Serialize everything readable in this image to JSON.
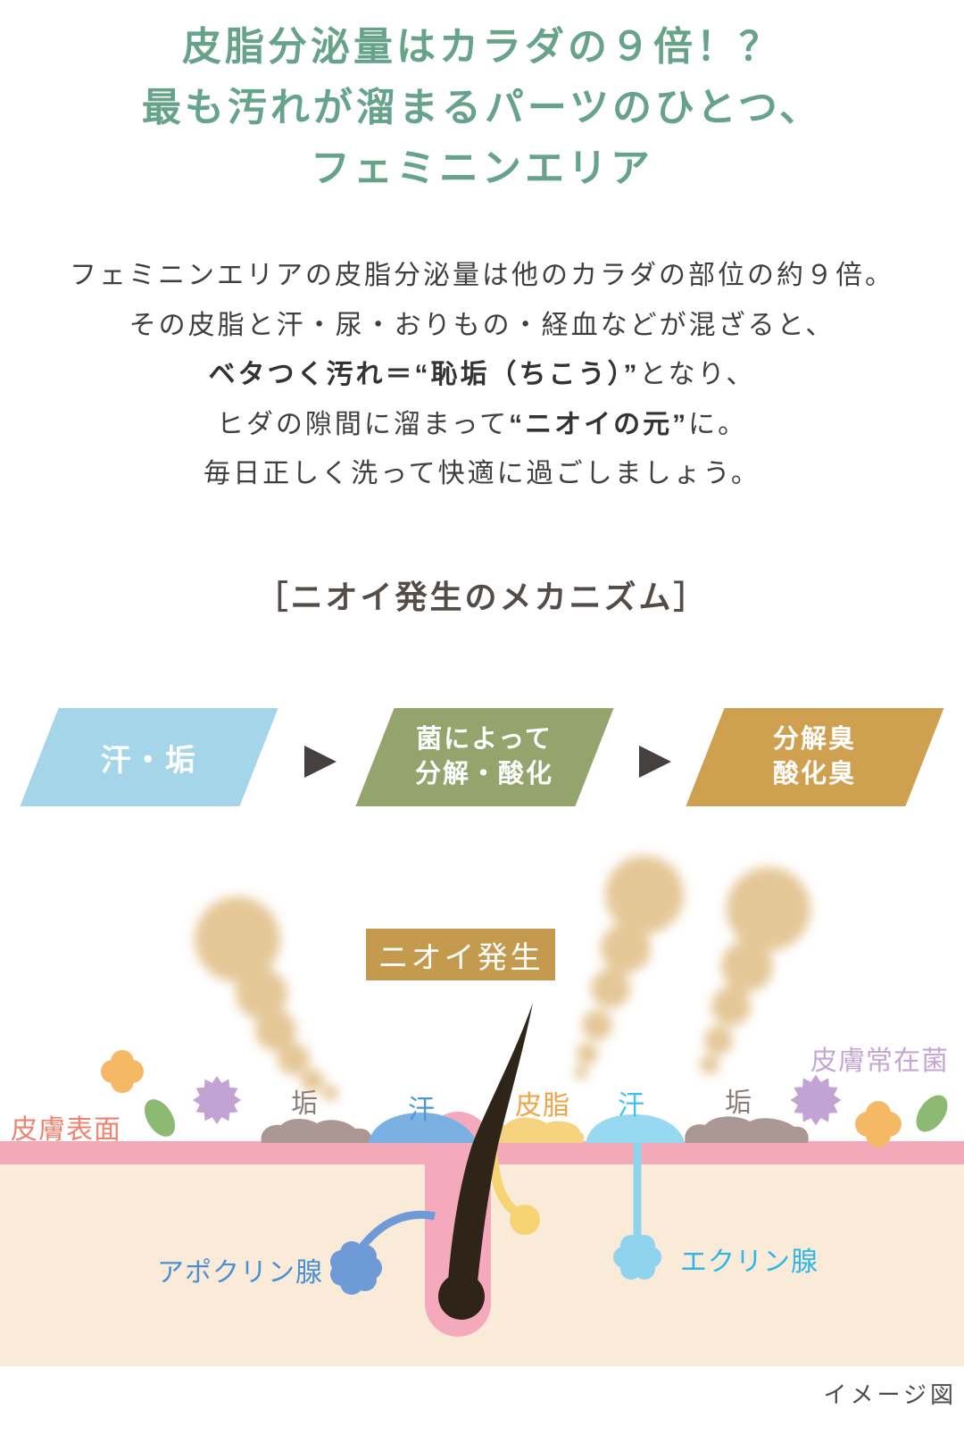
{
  "heading": {
    "color": "#67a28b",
    "lines": [
      "皮脂分泌量はカラダの９倍！？",
      "最も汚れが溜まるパーツのひとつ、",
      "フェミニンエリア"
    ]
  },
  "intro": {
    "line1": "フェミニンエリアの皮脂分泌量は他のカラダの部位の約９倍。",
    "line2": "その皮脂と汗・尿・おりもの・経血などが混ざると、",
    "line3_bold": "ベタつく汚れ＝“恥垢（ちこう）”",
    "line3_rest": "となり、",
    "line4_pre": "ヒダの隙間に溜まって",
    "line4_bold": "“ニオイの元”",
    "line4_post": "に。",
    "line5": "毎日正しく洗って快適に過ごしましょう。"
  },
  "mechanism": {
    "title": "［ニオイ発生のメカニズム］",
    "steps": [
      {
        "lines": [
          "汗・垢"
        ],
        "bg": "#a5d5e9"
      },
      {
        "lines": [
          "菌によって",
          "分解・酸化"
        ],
        "bg": "#95a46d"
      },
      {
        "lines": [
          "分解臭",
          "酸化臭"
        ],
        "bg": "#cfa04f"
      }
    ],
    "arrow_color": "#474040"
  },
  "illustration": {
    "odor_badge": {
      "text": "ニオイ発生",
      "bg": "#c49a4f",
      "color": "#ffffff"
    },
    "labels": {
      "skin_surface": {
        "text": "皮膚表面",
        "color": "#ef8370"
      },
      "dirt_left": {
        "text": "垢",
        "color": "#8d7d7a"
      },
      "sweat_left": {
        "text": "汗",
        "color": "#4c97d7"
      },
      "sebum": {
        "text": "皮脂",
        "color": "#f0a445"
      },
      "sweat_right": {
        "text": "汗",
        "color": "#3fc2ea"
      },
      "dirt_right": {
        "text": "垢",
        "color": "#8d7d7a"
      },
      "skin_flora": {
        "text": "皮膚常在菌",
        "color": "#c6a6d5"
      },
      "apocrine": {
        "text": "アポクリン腺",
        "color": "#4a90d2"
      },
      "eccrine": {
        "text": "エクリン腺",
        "color": "#2eb6e8"
      }
    },
    "caption": {
      "text": "イメージ図",
      "color": "#4e4a47"
    },
    "palette": {
      "smoke": "#e2c18c",
      "epidermis_band": "#f2a9b8",
      "dermis": "#faebd9",
      "dirt_blob": "#ab9793",
      "sweat_dome_left": "#7bb0e3",
      "sweat_dome_right": "#97d9f0",
      "sebum_blob": "#f6d37e",
      "bacteria_clover": "#f5b966",
      "bacteria_rod": "#8cba72",
      "bacteria_star": "#c2a3d3",
      "hair": "#2f2418",
      "follicle_sheath": "#f4a9bc",
      "sebaceous_gland": "#f8d374",
      "apocrine_gland": "#6f9ad8",
      "eccrine_gland": "#8fd3ee"
    }
  }
}
